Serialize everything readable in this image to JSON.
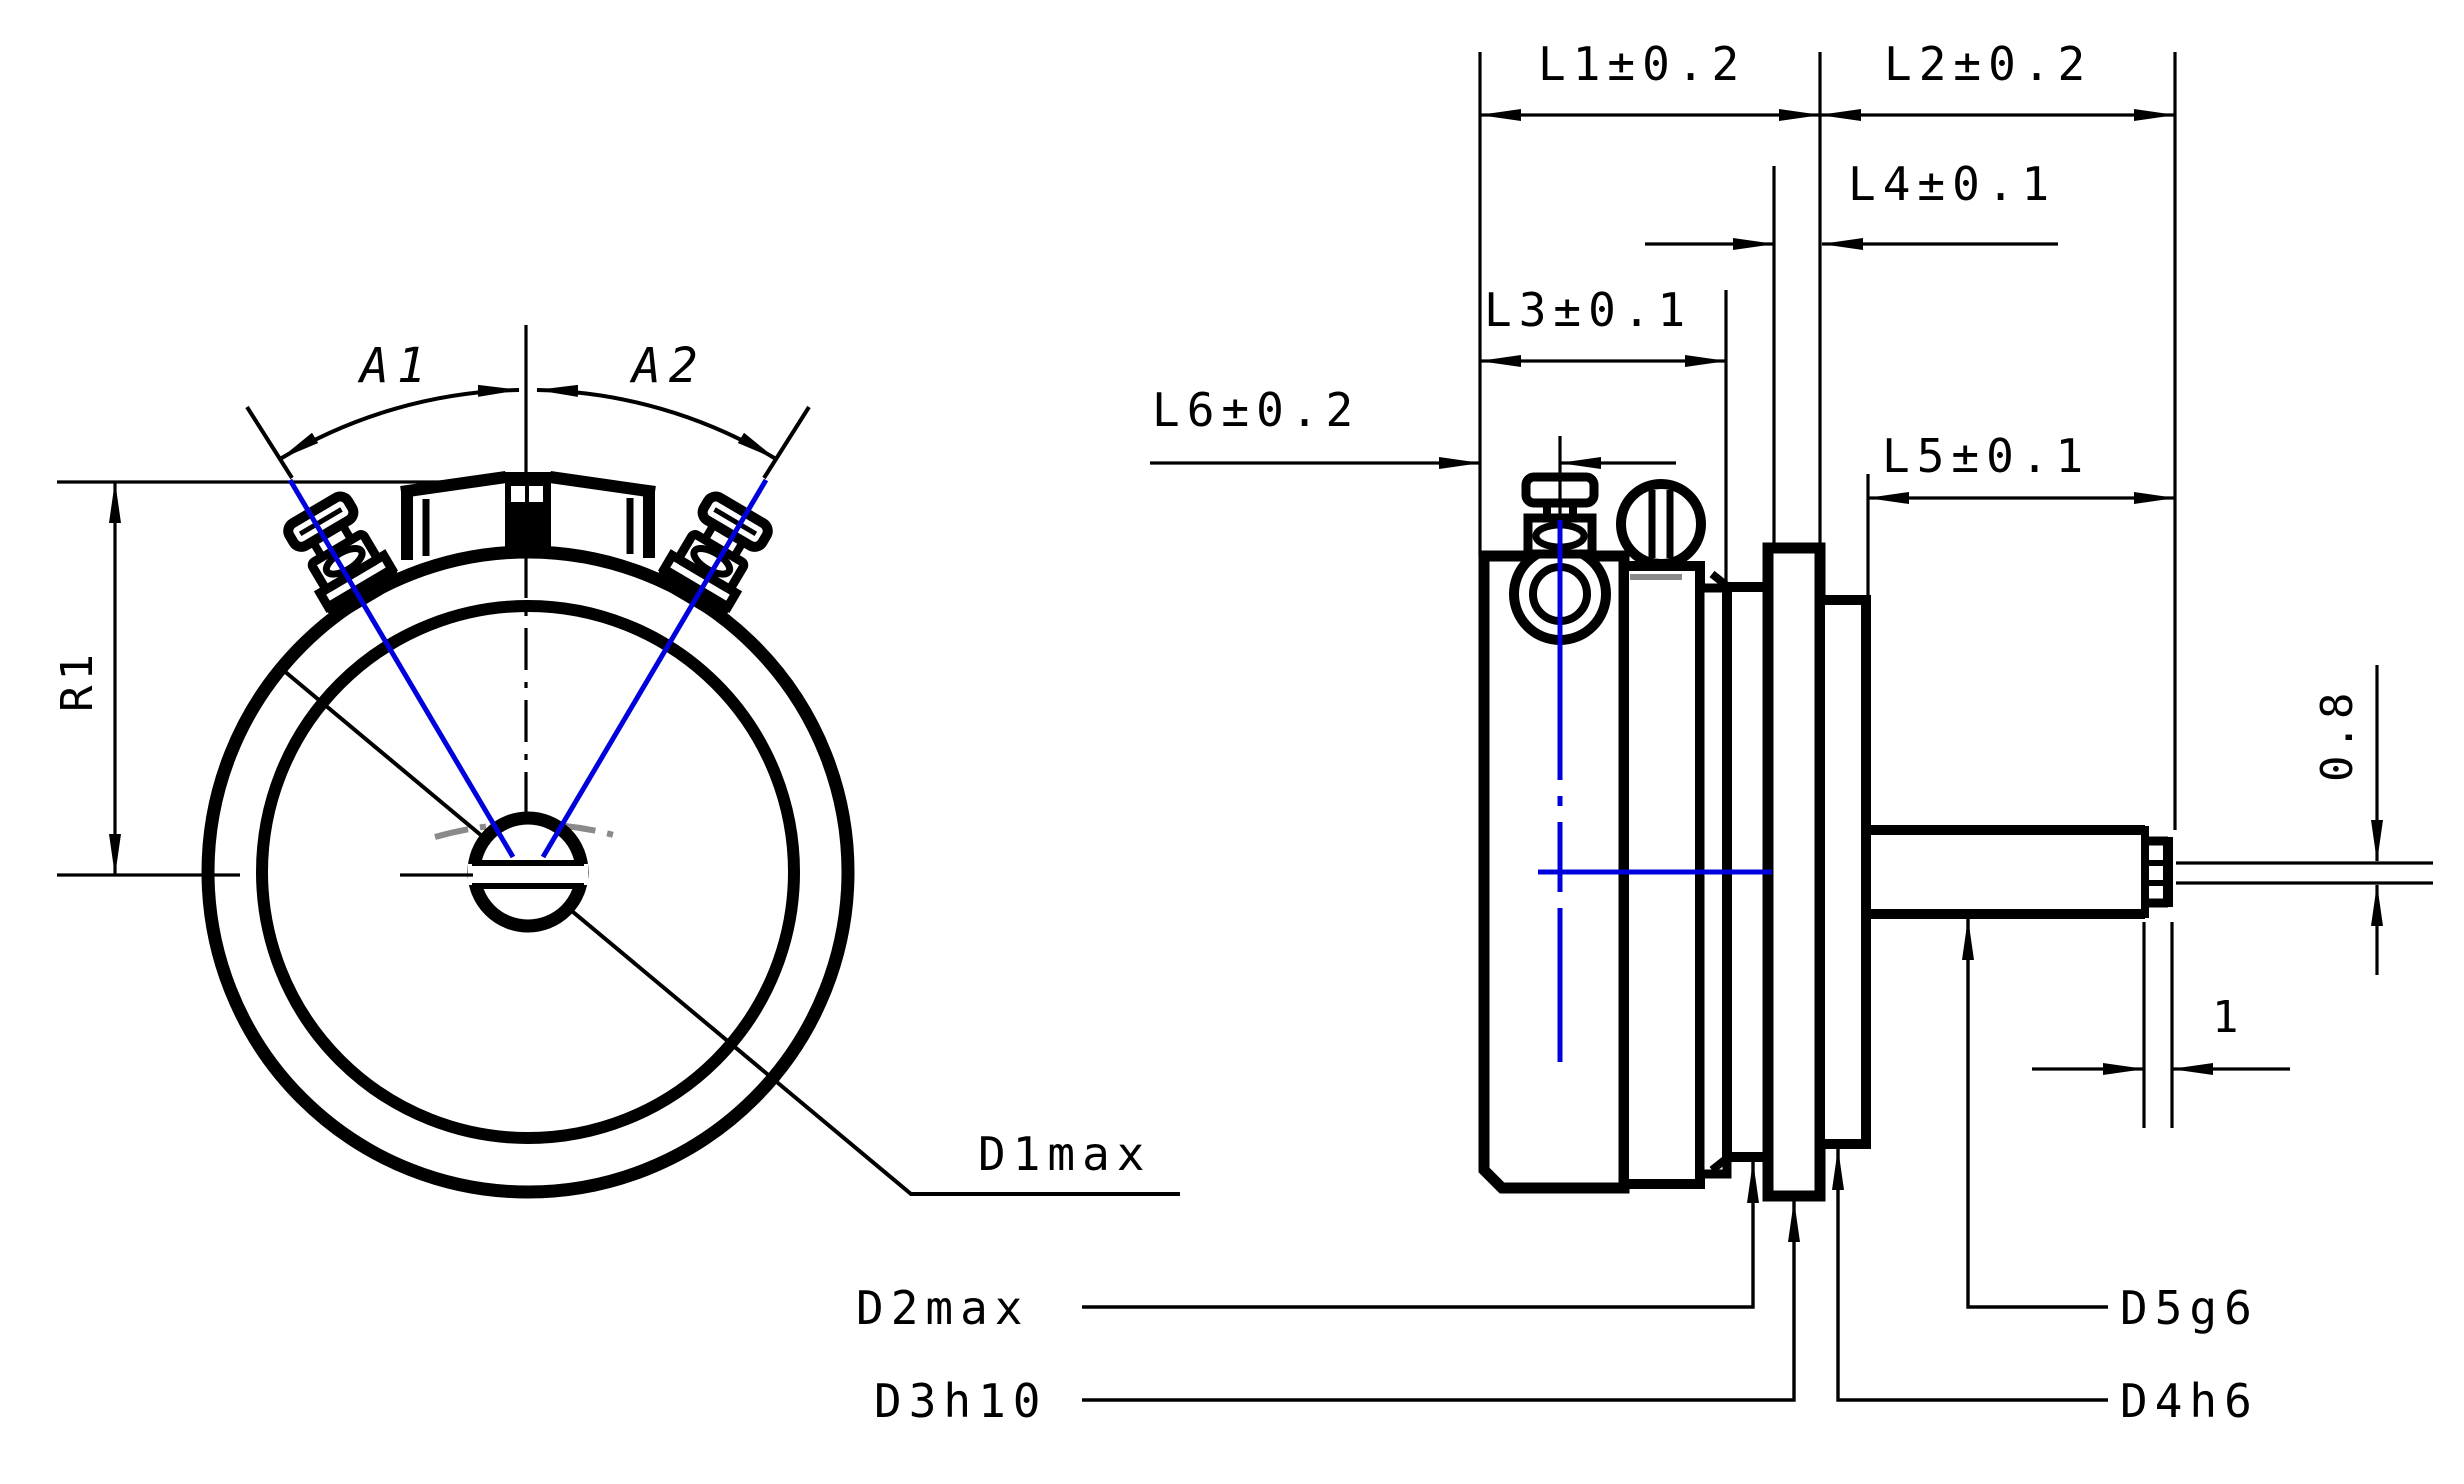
{
  "drawing": {
    "type": "engineering-dimension-drawing",
    "component": "potentiometer-two-view",
    "colors": {
      "outline": "#000000",
      "centerline_blue": "#0000dd",
      "hidden_gray": "#8a8a8a",
      "background": "#ffffff"
    },
    "front_view": {
      "angle_left_label": "A1",
      "angle_right_label": "A2",
      "radius_label": "R1",
      "diameter_label": "D1max"
    },
    "side_view": {
      "dim_l1": "L1±0.2",
      "dim_l2": "L2±0.2",
      "dim_l4": "L4±0.1",
      "dim_l3": "L3±0.1",
      "dim_l6": "L6±0.2",
      "dim_l5": "L5±0.1",
      "dim_slot_width": "0.8",
      "dim_end_relief": "1",
      "dia_d2": "D2max",
      "dia_d3": "D3h10",
      "dia_d4": "D4h6",
      "dia_d5": "D5g6"
    }
  }
}
